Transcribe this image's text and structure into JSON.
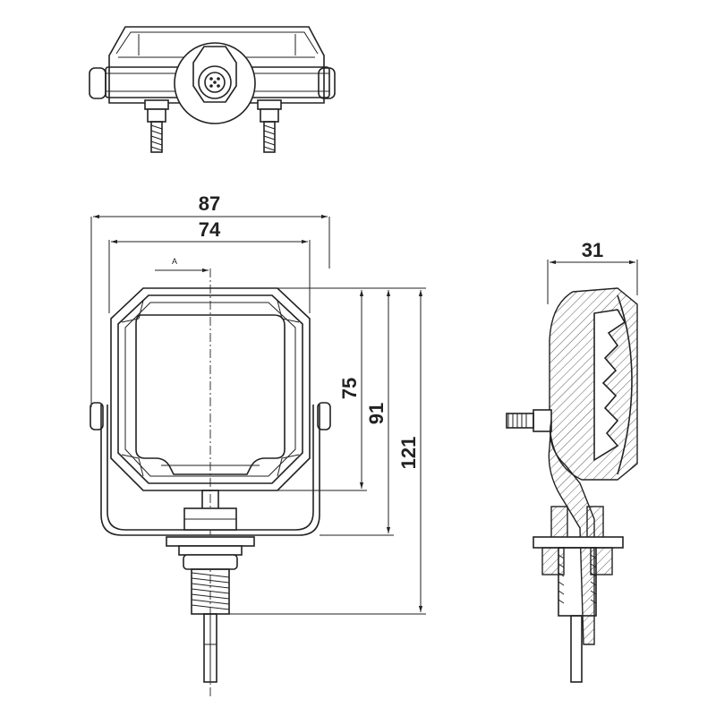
{
  "dimensions": {
    "overall_width": "87",
    "housing_width": "74",
    "lens_height": "75",
    "bracket_height": "91",
    "overall_height": "121",
    "depth": "31"
  },
  "section_label": "A"
}
